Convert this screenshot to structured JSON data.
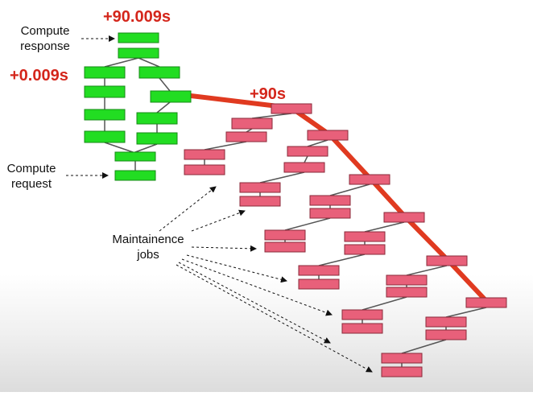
{
  "labels": {
    "compute_response": "Compute\nresponse",
    "compute_request": "Compute\nrequest",
    "maintenance_jobs": "Maintainence\njobs",
    "time_response": "+90.009s",
    "time_request": "+0.009s",
    "time_maintenance": "+90s"
  },
  "colors": {
    "request_box": "#22dd22",
    "maintenance_box": "#e8607a",
    "critical_path": "#e03a20",
    "time_label": "#d4261b"
  }
}
